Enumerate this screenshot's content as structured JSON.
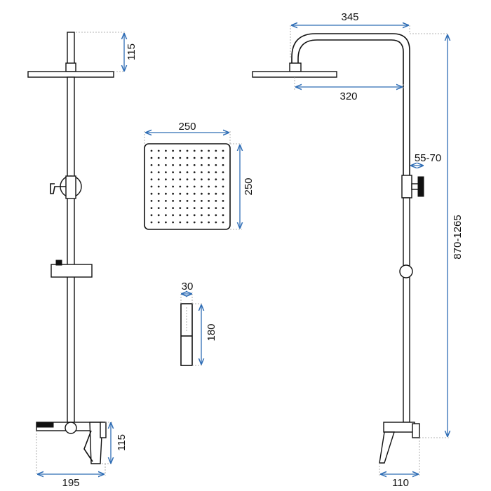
{
  "dimensions": {
    "front_top_height": "115",
    "front_bottom_height": "115",
    "front_width": "195",
    "head_width": "250",
    "head_height": "250",
    "hand_width": "30",
    "hand_height": "180",
    "side_reach": "345",
    "side_head": "320",
    "side_bracket": "55-70",
    "side_total_height": "870-1265",
    "side_depth": "110"
  },
  "colors": {
    "dimension_line": "#2f6db5",
    "object_line": "#111111",
    "extension_line": "#9a9a9a"
  }
}
